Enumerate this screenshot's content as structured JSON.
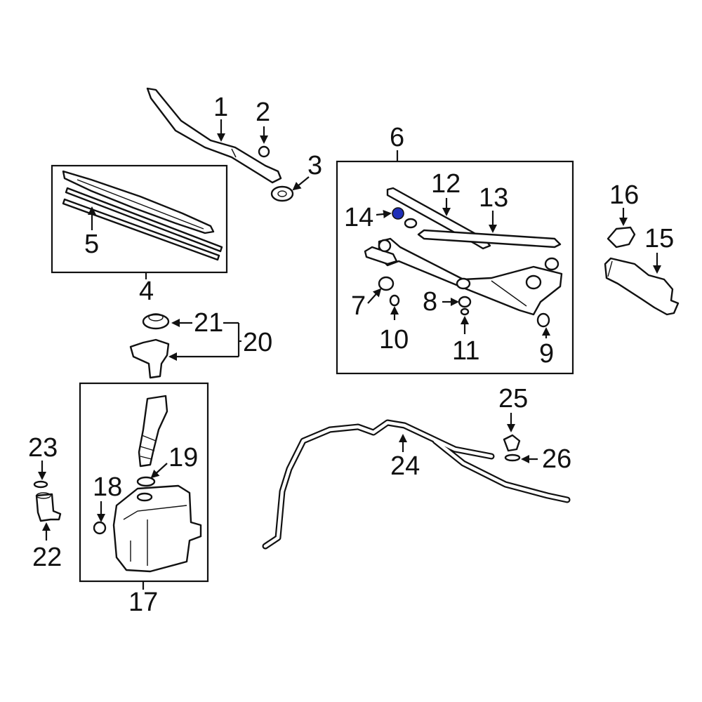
{
  "callouts": {
    "c1": "1",
    "c2": "2",
    "c3": "3",
    "c4": "4",
    "c5": "5",
    "c6": "6",
    "c7": "7",
    "c8": "8",
    "c9": "9",
    "c10": "10",
    "c11": "11",
    "c12": "12",
    "c13": "13",
    "c14": "14",
    "c15": "15",
    "c16": "16",
    "c17": "17",
    "c18": "18",
    "c19": "19",
    "c20": "20",
    "c21": "21",
    "c22": "22",
    "c23": "23",
    "c24": "24",
    "c25": "25",
    "c26": "26"
  },
  "colors": {
    "line": "#111111",
    "background": "#ffffff",
    "highlight": "#1f2fb8"
  },
  "highlighted_part": "14"
}
